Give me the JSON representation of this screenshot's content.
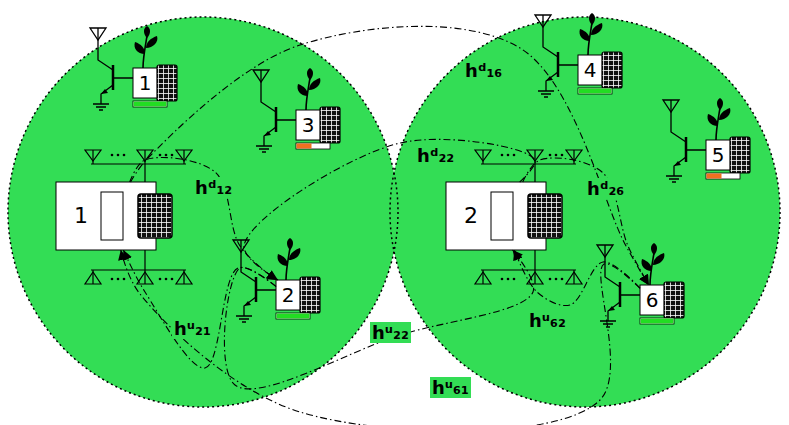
{
  "diagram": {
    "nodes": [
      {
        "text": [
          "1"
        ]
      },
      {
        "text": [
          "3"
        ]
      },
      {
        "text": [
          "1"
        ]
      },
      {
        "text": [
          "2"
        ]
      },
      {
        "text": [
          "4"
        ]
      },
      {
        "text": [
          "5"
        ]
      },
      {
        "text": [
          "2"
        ]
      },
      {
        "text": [
          "6"
        ]
      }
    ],
    "edges": [
      {
        "from": 2,
        "to": 3,
        "arrow": "to",
        "label": "hᵈ₁₂"
      },
      {
        "from": 2,
        "to": 7,
        "arrow": "to",
        "label": "hᵈ₁₆"
      },
      {
        "from": 6,
        "to": 3,
        "arrow": "to",
        "label": "hᵈ₂₂"
      },
      {
        "from": 6,
        "to": 7,
        "arrow": "to",
        "label": "hᵈ₂₆"
      },
      {
        "from": 3,
        "to": 2,
        "arrow": "to",
        "label": "hᵘ₂₁"
      },
      {
        "from": 3,
        "to": 6,
        "arrow": "to",
        "label": "hᵘ₂₂"
      },
      {
        "from": 7,
        "to": 6,
        "arrow": "to",
        "label": "hᵘ₆₂"
      },
      {
        "from": 7,
        "to": 2,
        "arrow": "to",
        "label": "hᵘ₆₁"
      }
    ]
  }
}
